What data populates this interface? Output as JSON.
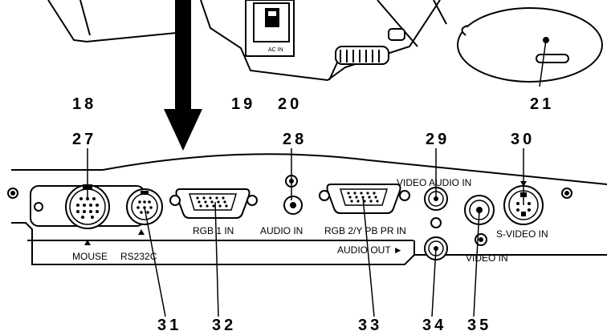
{
  "callouts": {
    "n18": "18",
    "n19": "19",
    "n20": "20",
    "n21": "21",
    "n27": "27",
    "n28": "28",
    "n29": "29",
    "n30": "30",
    "n31": "31",
    "n32": "32",
    "n33": "33",
    "n34": "34",
    "n35": "35"
  },
  "labels": {
    "ac_in": "AC IN",
    "mouse": "MOUSE",
    "rs232c": "RS232C",
    "rgb1_in": "RGB 1 IN",
    "audio_in": "AUDIO IN",
    "rgb2_in": "RGB 2/Y PB PR IN",
    "video_audio_in": "VIDEO AUDIO IN",
    "s_video_in": "S-VIDEO IN",
    "audio_out": "AUDIO OUT ►",
    "video_in": "VIDEO IN"
  }
}
